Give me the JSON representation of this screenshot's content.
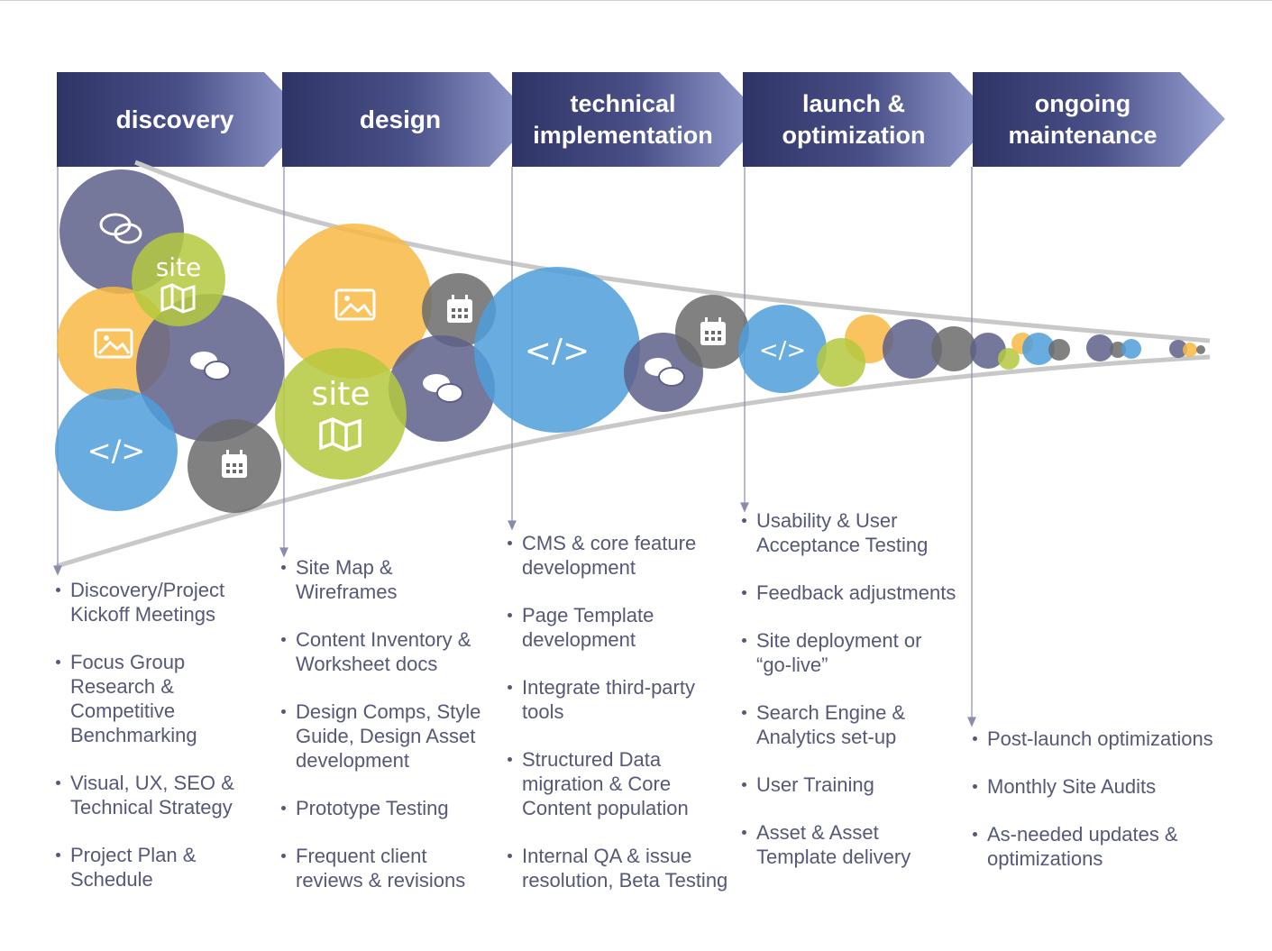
{
  "phases": [
    {
      "title": "discovery",
      "items": [
        "Discovery/Project Kickoff Meetings",
        "Focus Group Research & Competitive Benchmarking",
        "Visual, UX, SEO & Technical Strategy",
        "Project Plan & Schedule"
      ]
    },
    {
      "title": "design",
      "items": [
        "Site Map & Wireframes",
        "Content Inventory & Worksheet docs",
        "Design Comps, Style Guide, Design Asset development",
        "Prototype Testing",
        "Frequent client reviews & revisions"
      ]
    },
    {
      "title": "technical implementation",
      "items": [
        "CMS & core feature development",
        "Page Template development",
        "Integrate third-party tools",
        "Structured Data migration & Core Content population",
        "Internal QA & issue resolution, Beta Testing"
      ]
    },
    {
      "title": "launch & optimization",
      "items": [
        "Usability & User Acceptance Testing",
        "Feedback adjustments",
        "Site deployment or “go-live”",
        "Search Engine & Analytics set-up",
        "User Training",
        "Asset & Asset Template delivery"
      ]
    },
    {
      "title": "ongoing maintenance",
      "items": [
        "Post-launch optimizations",
        "Monthly Site Audits",
        "As-needed updates & optimizations"
      ]
    }
  ],
  "icons": {
    "site_label": "site",
    "code_label": "</>"
  },
  "colors": {
    "banner_dark": "#2f3466",
    "banner_light": "#9aa3d4",
    "text": "#555877",
    "funnel": "#c8c8c8",
    "slate": "#5e6089",
    "green": "#b5c93e",
    "orange": "#f8b843",
    "blue": "#4d9edb",
    "gray": "#6b6b6b"
  },
  "icon_names": [
    "chat-icon",
    "map-icon",
    "image-icon",
    "code-icon",
    "calendar-icon"
  ]
}
